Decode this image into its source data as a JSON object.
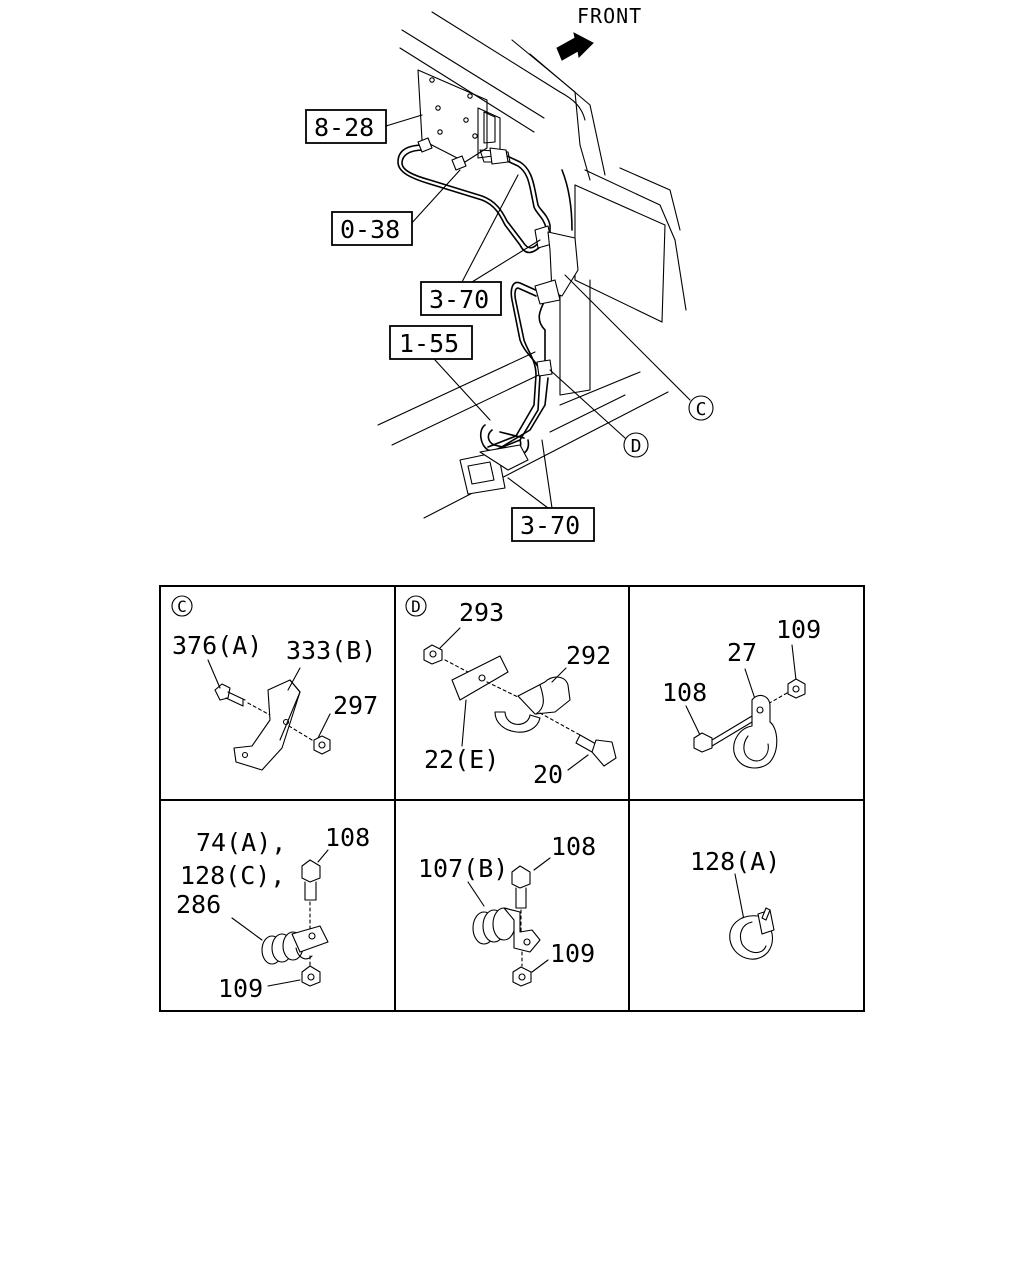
{
  "overview": {
    "front_label": "FRONT",
    "callouts": [
      "8-28",
      "0-38",
      "3-70",
      "1-55",
      "3-70"
    ],
    "detail_markers": [
      "C",
      "D"
    ]
  },
  "details": {
    "c": {
      "marker": "C",
      "labels": [
        "376(A)",
        "333(B)",
        "297"
      ]
    },
    "d": {
      "marker": "D",
      "labels": [
        "293",
        "292",
        "22(E)",
        "20"
      ]
    },
    "clip_27": {
      "labels": [
        "109",
        "27",
        "108"
      ]
    },
    "clip_286": {
      "labels": [
        "74(A),",
        "128(C),",
        "108",
        "286",
        "109"
      ]
    },
    "clip_107": {
      "labels": [
        "107(B)",
        "108",
        "109"
      ]
    },
    "tie_128": {
      "labels": [
        "128(A)"
      ]
    }
  }
}
